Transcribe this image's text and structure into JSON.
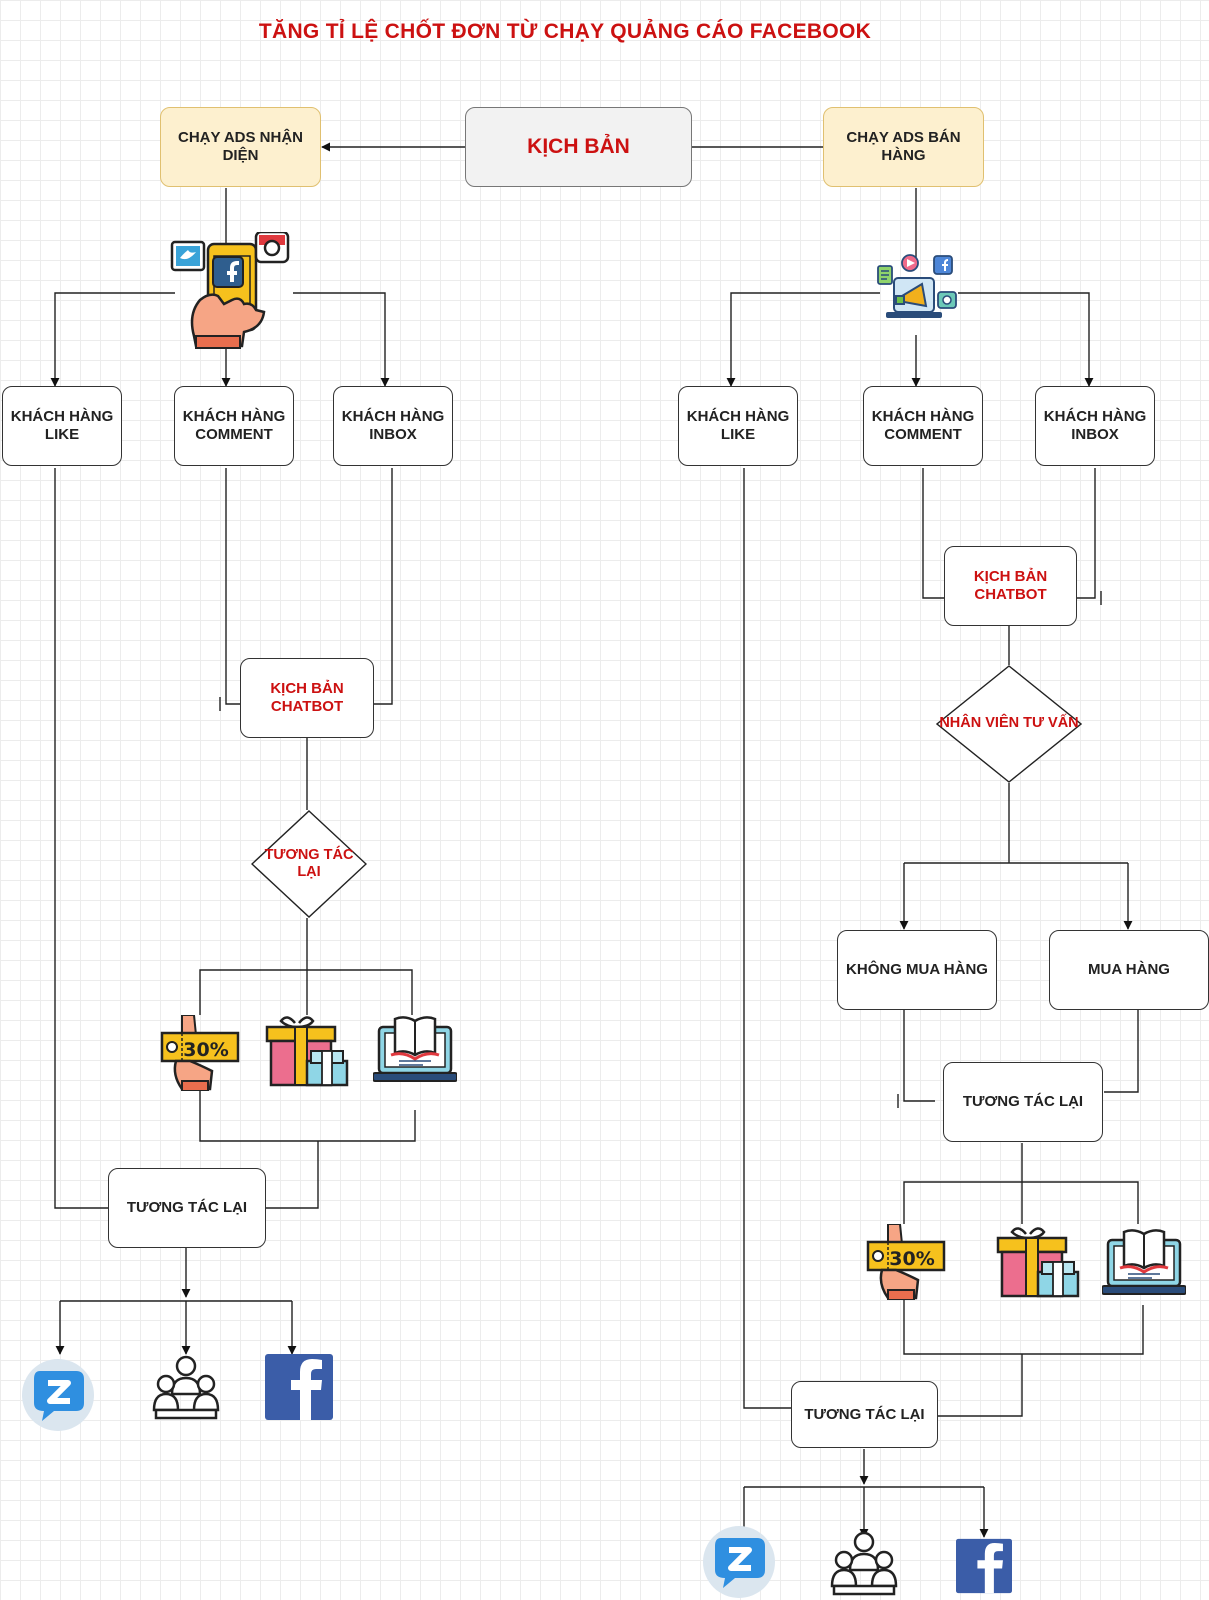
{
  "title": "TĂNG TỈ LỆ CHỐT ĐƠN TỪ CHẠY QUẢNG CÁO FACEBOOK",
  "root": "KỊCH BẢN",
  "left": {
    "ads": "CHẠY ADS NHẬN DIỆN",
    "like": "KHÁCH HÀNG LIKE",
    "comment": "KHÁCH HÀNG COMMENT",
    "inbox": "KHÁCH HÀNG INBOX",
    "chatbot": "KỊCH BẢN CHATBOT",
    "decision": "TƯƠNG TÁC LẠI",
    "reengage": "TƯƠNG TÁC LẠI",
    "coupon_text": "30%"
  },
  "right": {
    "ads": "CHẠY ADS BÁN HÀNG",
    "like": "KHÁCH HÀNG LIKE",
    "comment": "KHÁCH HÀNG COMMENT",
    "inbox": "KHÁCH HÀNG INBOX",
    "chatbot": "KỊCH BẢN CHATBOT",
    "decision": "NHÂN VIÊN TƯ VẤN",
    "no_buy": "KHÔNG MUA HÀNG",
    "buy": "MUA HÀNG",
    "reengage1": "TƯƠNG TÁC LẠI",
    "reengage2": "TƯƠNG TÁC LẠI",
    "coupon_text": "30%"
  },
  "icons": {
    "social_phone": "hand-holding-phone-social-icon",
    "marketing": "digital-marketing-megaphone-icon",
    "coupon": "discount-coupon-icon",
    "gift": "gift-boxes-icon",
    "ebook": "laptop-ebook-icon",
    "zalo": "zalo-icon",
    "community": "community-group-icon",
    "facebook": "facebook-icon"
  },
  "colors": {
    "title": "#cc1111",
    "ads_fill": "#fdf0cf",
    "ads_border": "#e0c070",
    "root_fill": "#f2f2f2",
    "zalo": "#2f8fe0",
    "facebook": "#3b5da8"
  }
}
